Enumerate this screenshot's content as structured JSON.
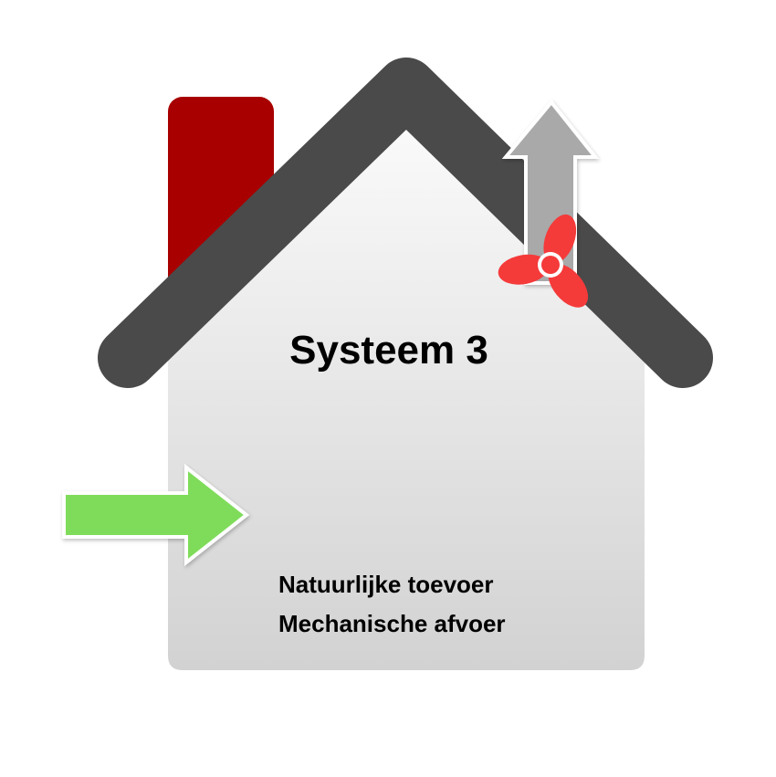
{
  "title": "Systeem 3",
  "lines": {
    "supply": "Natuurlijke toevoer",
    "exhaust": "Mechanische afvoer"
  },
  "icons": {
    "fan": "fan-icon",
    "exhaust_arrow": "arrow-up-icon",
    "supply_arrow": "arrow-right-icon"
  },
  "colors": {
    "chimney": "#a80000",
    "roof": "#4a4a4a",
    "wall_top": "#fafafa",
    "wall_bottom": "#d2d2d2",
    "supply_arrow": "#7fdc5a",
    "exhaust_arrow": "#a9a9a9",
    "fan": "#f53a3a"
  }
}
